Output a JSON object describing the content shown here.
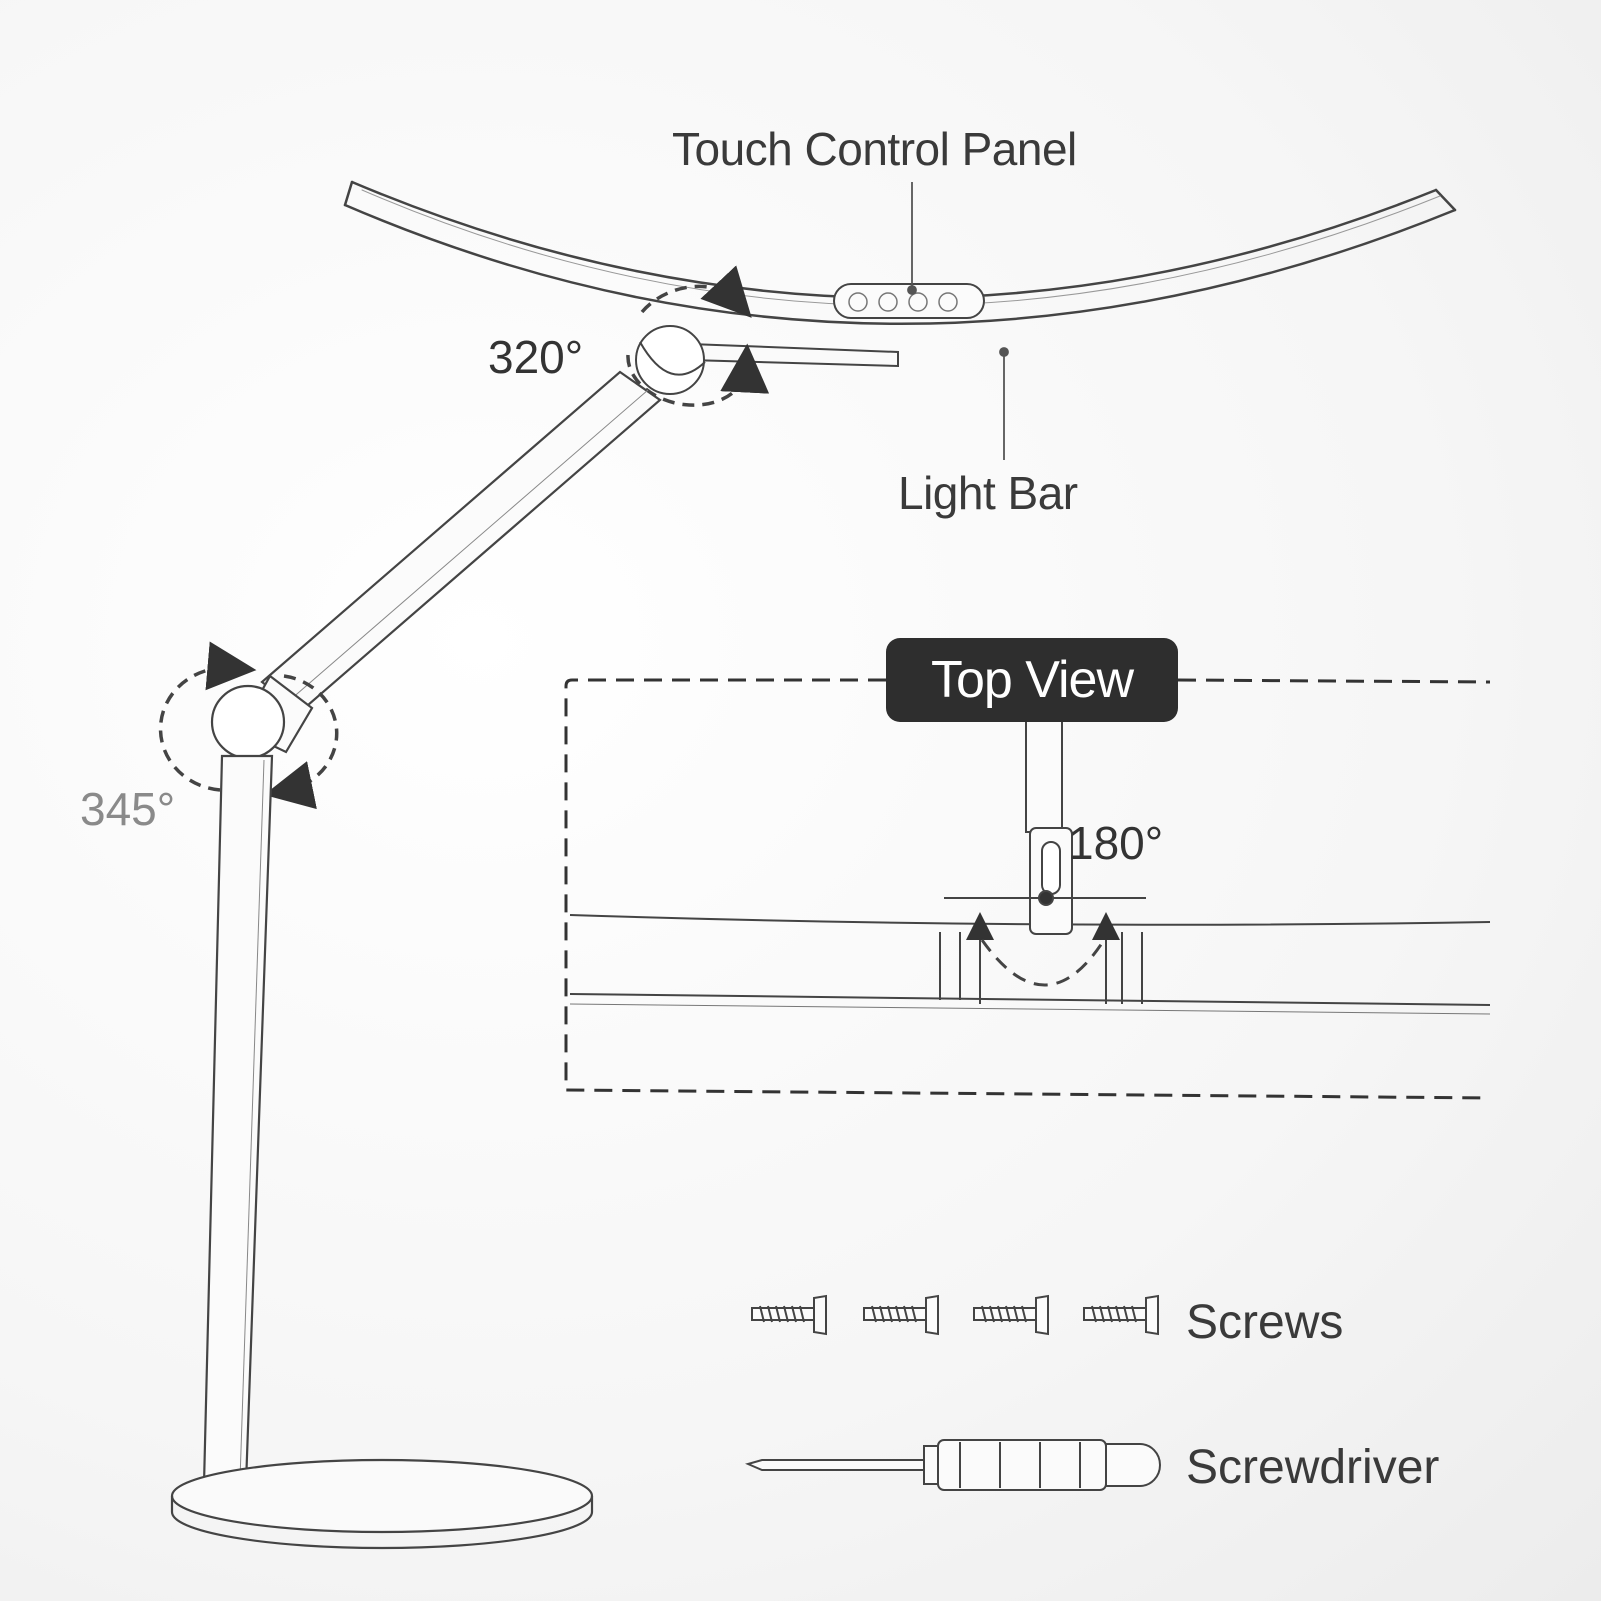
{
  "labels": {
    "touch_control_panel": "Touch Control Panel",
    "light_bar": "Light Bar",
    "angle_head": "320°",
    "angle_base": "345°",
    "top_view": "Top View",
    "angle_top_view": "180°",
    "screws": "Screws",
    "screwdriver": "Screwdriver"
  },
  "icons": {
    "touch_buttons": [
      "power-icon",
      "mode-icon",
      "brightness-down-icon",
      "brightness-up-icon"
    ],
    "screw_count": 4
  },
  "colors": {
    "line": "#3a3a3a",
    "badge_bg": "#2e2e2e",
    "badge_text": "#ffffff",
    "faint_text": "#8a8a8a"
  }
}
